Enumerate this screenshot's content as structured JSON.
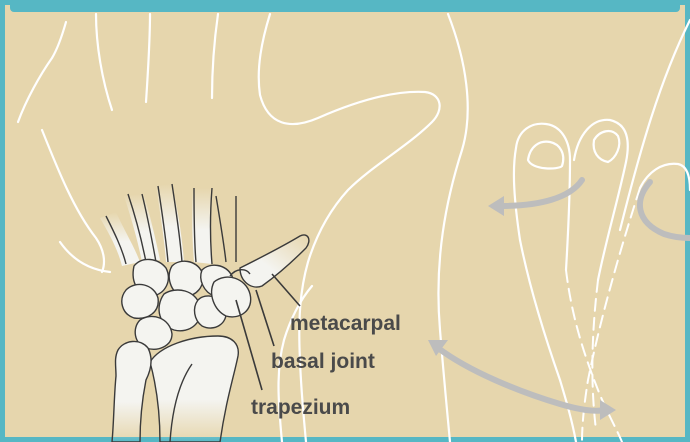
{
  "colors": {
    "background": "#e6d6ad",
    "frame": "#56b7c4",
    "outline": "#ffffff",
    "bone_fill": "#f4f4f0",
    "bone_stroke": "#3a3a3a",
    "arrow": "#bdbdbd",
    "label_text": "#4a4a4a"
  },
  "labels": {
    "metacarpal": "metacarpal",
    "basal_joint": "basal joint",
    "trapezium": "trapezium"
  },
  "icons": {
    "rotation_arrows": "curved-arrow-icon"
  }
}
